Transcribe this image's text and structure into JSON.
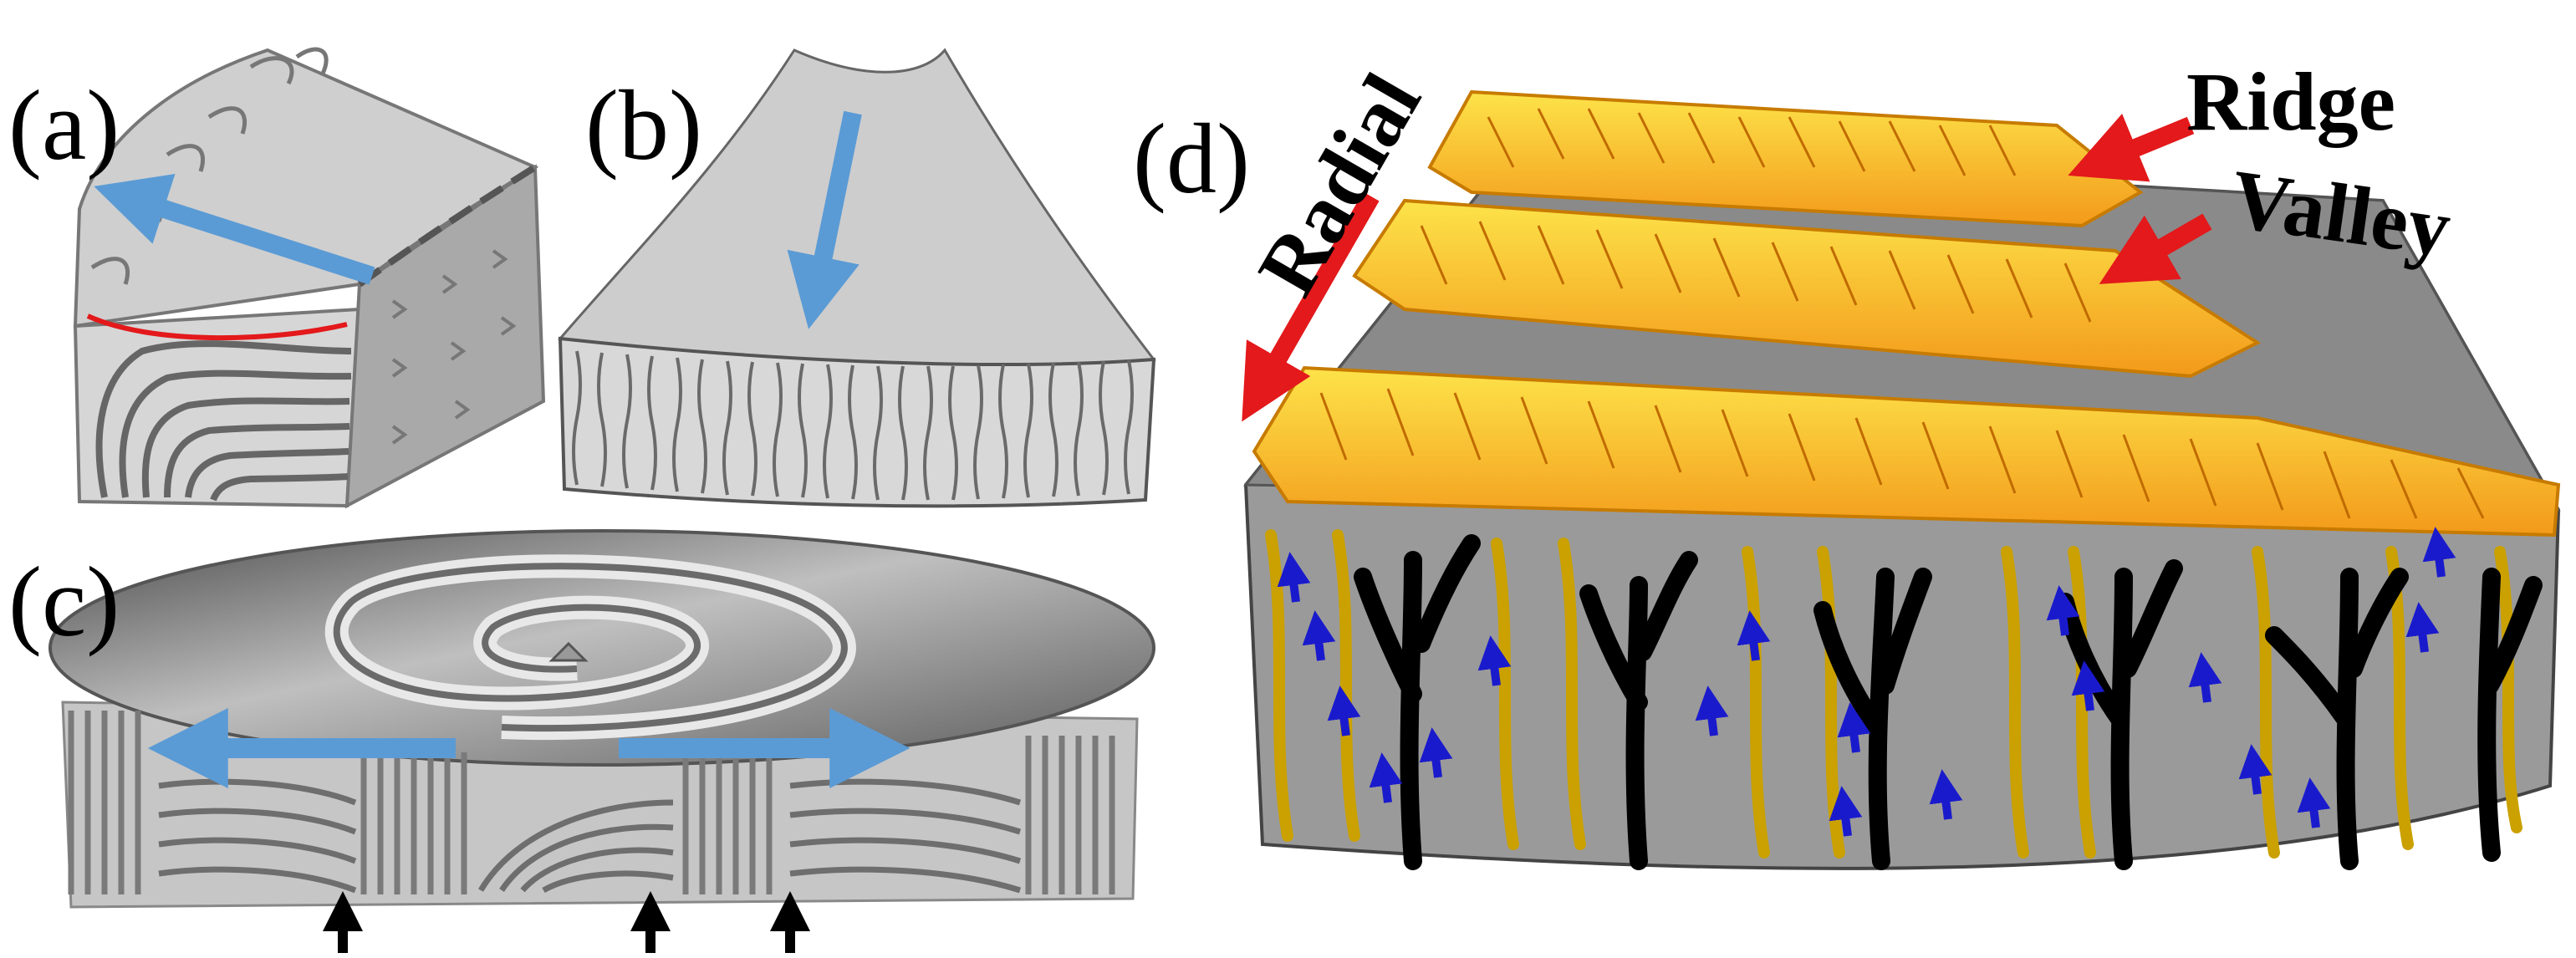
{
  "panels": {
    "a": {
      "label": "(a)"
    },
    "b": {
      "label": "(b)"
    },
    "c": {
      "label": "(c)"
    },
    "d": {
      "label": "(d)"
    }
  },
  "annotations": {
    "radial": "Radial",
    "ridge": "Ridge",
    "valley": "Valley"
  },
  "colors": {
    "flow_arrow": "#5b9bd5",
    "annotation_arrow": "#e3191b",
    "growth_arrow": "#1a1acd",
    "crystal_yellow": "#f7c928",
    "crystal_orange": "#f39a1a",
    "body_gray": "#9a9a9a",
    "lamella_gray": "#6f6f6f"
  },
  "icons": [
    "blue-flow-arrow",
    "red-callout-arrow",
    "black-up-arrow",
    "blue-growth-arrow"
  ]
}
